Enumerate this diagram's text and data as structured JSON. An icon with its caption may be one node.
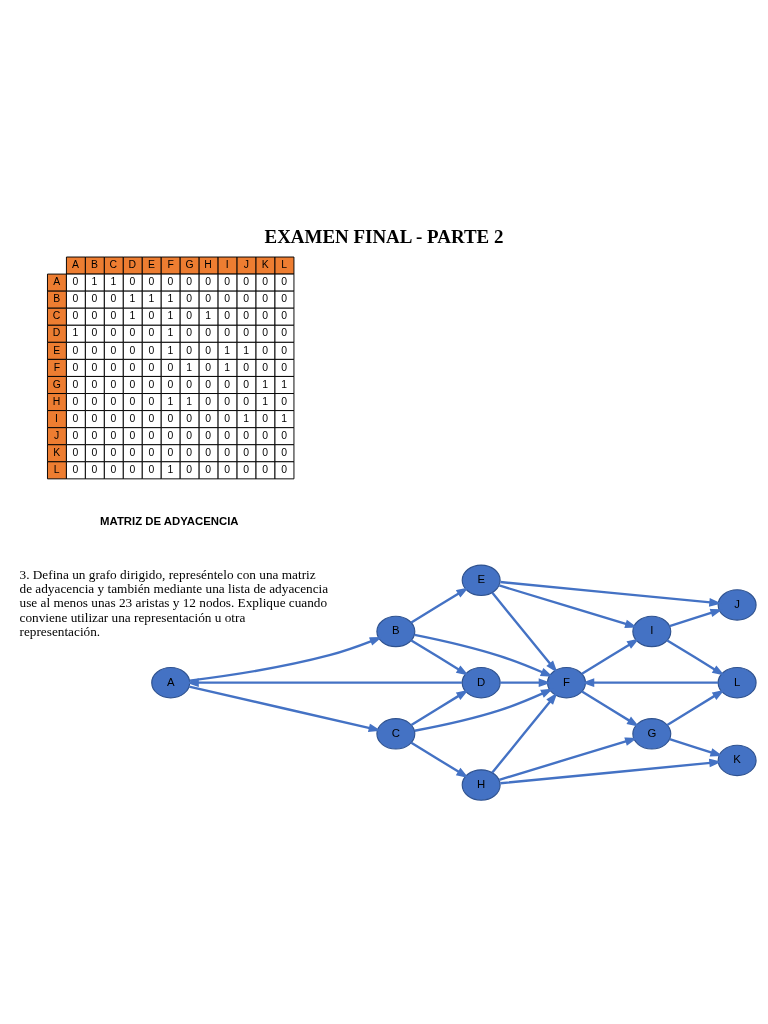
{
  "diagram": {
    "title": "EXAMEN FINAL - PARTE 2",
    "nodes": [
      {
        "text": [
          "A"
        ]
      },
      {
        "text": [
          "B"
        ]
      },
      {
        "text": [
          "C"
        ]
      },
      {
        "text": [
          "D"
        ]
      },
      {
        "text": [
          "E"
        ]
      },
      {
        "text": [
          "F"
        ]
      },
      {
        "text": [
          "G"
        ]
      },
      {
        "text": [
          "H"
        ]
      },
      {
        "text": [
          "I"
        ]
      },
      {
        "text": [
          "J"
        ]
      },
      {
        "text": [
          "K"
        ]
      },
      {
        "text": [
          "L"
        ]
      }
    ],
    "edges": [
      {
        "from": 0,
        "to": 1,
        "arrow": "to"
      },
      {
        "from": 0,
        "to": 2,
        "arrow": "to"
      },
      {
        "from": 3,
        "to": 0,
        "arrow": "to"
      },
      {
        "from": 1,
        "to": 4,
        "arrow": "to"
      },
      {
        "from": 1,
        "to": 3,
        "arrow": "to"
      },
      {
        "from": 1,
        "to": 5,
        "arrow": "to"
      },
      {
        "from": 2,
        "to": 3,
        "arrow": "to"
      },
      {
        "from": 2,
        "to": 5,
        "arrow": "to"
      },
      {
        "from": 2,
        "to": 7,
        "arrow": "to"
      },
      {
        "from": 3,
        "to": 5,
        "arrow": "to"
      },
      {
        "from": 4,
        "to": 5,
        "arrow": "to"
      },
      {
        "from": 4,
        "to": 8,
        "arrow": "to"
      },
      {
        "from": 4,
        "to": 9,
        "arrow": "to"
      },
      {
        "from": 7,
        "to": 5,
        "arrow": "to"
      },
      {
        "from": 7,
        "to": 6,
        "arrow": "to"
      },
      {
        "from": 7,
        "to": 10,
        "arrow": "to"
      },
      {
        "from": 8,
        "to": 9,
        "arrow": "to"
      },
      {
        "from": 8,
        "to": 11,
        "arrow": "to"
      },
      {
        "from": 11,
        "to": 5,
        "arrow": "to"
      },
      {
        "from": 5,
        "to": 8,
        "arrow": "to"
      },
      {
        "from": 5,
        "to": 6,
        "arrow": "to"
      },
      {
        "from": 6,
        "to": 11,
        "arrow": "to"
      },
      {
        "from": 6,
        "to": 10,
        "arrow": "to"
      }
    ],
    "labels": [
      "3. Defina un grafo dirigido, represéntelo con una matriz de adyacencia y también mediante una lista de adyacencia use al menos unas 23 aristas y 12 nodos. Explique cuando conviene utilizar una representación u otra representación.",
      "MATRIZ DE ADYACENCIA",
      "A",
      "B",
      "C",
      "D",
      "E",
      "F",
      "G",
      "H",
      "I",
      "J",
      "K",
      "L",
      "A",
      "0",
      "1",
      "1",
      "0",
      "0",
      "0",
      "0",
      "0",
      "0",
      "0",
      "0",
      "0",
      "B",
      "0",
      "0",
      "0",
      "1",
      "1",
      "1",
      "0",
      "0",
      "0",
      "0",
      "0",
      "0",
      "C",
      "0",
      "0",
      "0",
      "1",
      "0",
      "1",
      "0",
      "1",
      "0",
      "0",
      "0",
      "0",
      "D",
      "1",
      "0",
      "0",
      "0",
      "0",
      "1",
      "0",
      "0",
      "0",
      "0",
      "0",
      "0",
      "E",
      "0",
      "0",
      "0",
      "0",
      "0",
      "1",
      "0",
      "0",
      "1",
      "1",
      "0",
      "0",
      "F",
      "0",
      "0",
      "0",
      "0",
      "0",
      "0",
      "1",
      "0",
      "1",
      "0",
      "0",
      "0",
      "G",
      "0",
      "0",
      "0",
      "0",
      "0",
      "0",
      "0",
      "0",
      "0",
      "0",
      "1",
      "1",
      "H",
      "0",
      "0",
      "0",
      "0",
      "0",
      "1",
      "1",
      "0",
      "0",
      "0",
      "1",
      "0",
      "I",
      "0",
      "0",
      "0",
      "0",
      "0",
      "0",
      "0",
      "0",
      "0",
      "1",
      "0",
      "1",
      "J",
      "0",
      "0",
      "0",
      "0",
      "0",
      "0",
      "0",
      "0",
      "0",
      "0",
      "0",
      "0",
      "K",
      "0",
      "0",
      "0",
      "0",
      "0",
      "0",
      "0",
      "0",
      "0",
      "0",
      "0",
      "0",
      "L",
      "0",
      "0",
      "0",
      "0",
      "0",
      "1",
      "0",
      "0",
      "0",
      "0",
      "0",
      "0"
    ]
  }
}
